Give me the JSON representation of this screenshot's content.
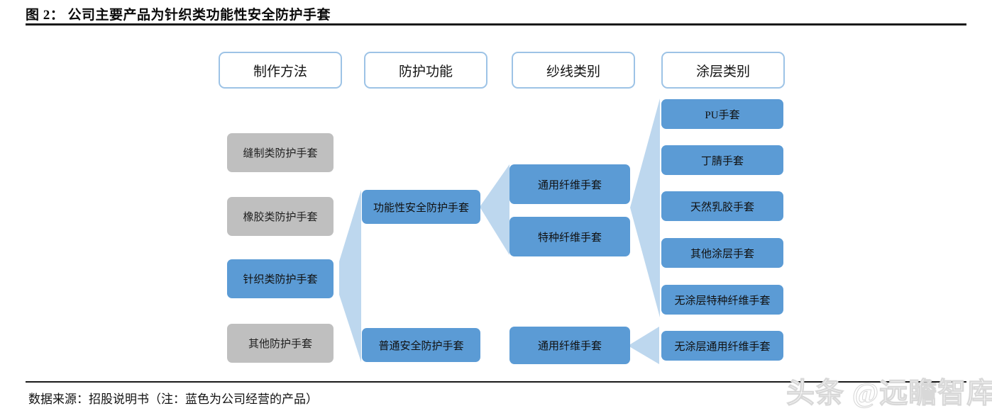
{
  "figure": {
    "title": "图 2： 公司主要产品为针织类功能性安全防护手套",
    "source_note": "数据来源：招股说明书（注：蓝色为公司经营的产品）",
    "watermark": "头条 @远瞻智库"
  },
  "colors": {
    "blue_node": "#5B9BD5",
    "gray_node": "#BFBFBF",
    "connector": "#BDD7EE",
    "header_border": "#9DC3E6",
    "rule": "#1A1A1A"
  },
  "diagram": {
    "type": "hierarchy-flow",
    "headers": [
      {
        "label": "制作方法"
      },
      {
        "label": "防护功能"
      },
      {
        "label": "纱线类别"
      },
      {
        "label": "涂层类别"
      }
    ],
    "columns": [
      {
        "name": "制作方法",
        "nodes": [
          {
            "label": "缝制类防护手套",
            "state": "gray"
          },
          {
            "label": "橡胶类防护手套",
            "state": "gray"
          },
          {
            "label": "针织类防护手套",
            "state": "blue"
          },
          {
            "label": "其他防护手套",
            "state": "gray"
          }
        ]
      },
      {
        "name": "防护功能",
        "nodes": [
          {
            "label": "功能性安全防护手套",
            "state": "blue"
          },
          {
            "label": "普通安全防护手套",
            "state": "blue"
          }
        ]
      },
      {
        "name": "纱线类别",
        "nodes": [
          {
            "label": "通用纤维手套",
            "state": "blue"
          },
          {
            "label": "特种纤维手套",
            "state": "blue"
          },
          {
            "label": "通用纤维手套",
            "state": "blue"
          }
        ]
      },
      {
        "name": "涂层类别",
        "nodes": [
          {
            "label": "PU手套",
            "state": "blue"
          },
          {
            "label": "丁腈手套",
            "state": "blue"
          },
          {
            "label": "天然乳胶手套",
            "state": "blue"
          },
          {
            "label": "其他涂层手套",
            "state": "blue"
          },
          {
            "label": "无涂层特种纤维手套",
            "state": "blue"
          },
          {
            "label": "无涂层通用纤维手套",
            "state": "blue"
          }
        ]
      }
    ],
    "connectors": [
      {
        "name": "funnel-method-to-function",
        "from": "针织类防护手套",
        "to": [
          "功能性安全防护手套",
          "普通安全防护手套"
        ]
      },
      {
        "name": "funnel-function-to-yarn",
        "from": [
          "通用纤维手套",
          "特种纤维手套"
        ],
        "to": "功能性安全防护手套"
      },
      {
        "name": "funnel-yarn-to-coating",
        "from": [
          "PU手套",
          "丁腈手套",
          "天然乳胶手套",
          "其他涂层手套",
          "无涂层特种纤维手套"
        ],
        "to": [
          "通用纤维手套",
          "特种纤维手套"
        ]
      },
      {
        "name": "arrow-nocoat-general-to-general",
        "from": "无涂层通用纤维手套",
        "to": "通用纤维手套"
      }
    ]
  }
}
